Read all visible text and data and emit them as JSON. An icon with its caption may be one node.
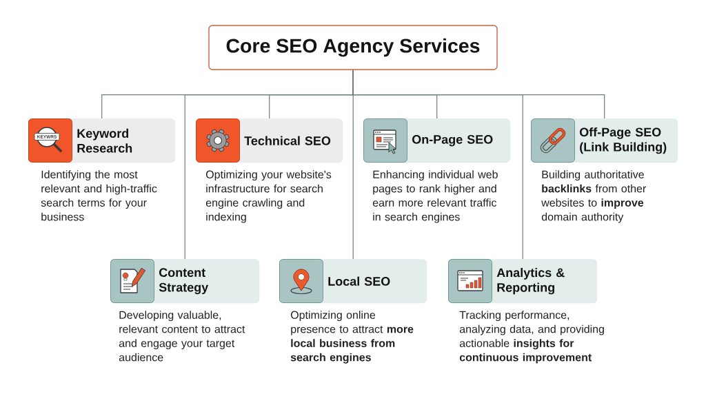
{
  "diagram": {
    "nodes": [
      {
        "text": [
          "Core SEO Agency Services"
        ]
      },
      {
        "text": [
          "Keyword Research"
        ],
        "beside": [
          "Identifying the most relevant and high-traffic search terms for your business"
        ]
      },
      {
        "text": [
          "Technical SEO"
        ],
        "beside": [
          "Optimizing your website's infrastructure for search engine crawling and indexing"
        ]
      },
      {
        "text": [
          "On-Page SEO"
        ],
        "beside": [
          "Enhancing individual web pages to rank higher and earn more relevant traffic in search engines"
        ]
      },
      {
        "text": [
          "Off-Page SEO (Link Building)"
        ],
        "beside": [
          "Building authoritative **backlinks** from other websites to **improve** domain authority"
        ]
      },
      {
        "text": [
          "Content Strategy"
        ],
        "beside": [
          "Developing valuable, relevant content to attract and engage your target audience"
        ]
      },
      {
        "text": [
          "Local SEO"
        ],
        "beside": [
          "Optimizing online presence to attract **more local business from search engines**"
        ]
      },
      {
        "text": [
          "Analytics & Reporting"
        ],
        "beside": [
          "Tracking performance, analyzing data, and providing actionable **insights for continuous improvement**"
        ]
      }
    ],
    "edges": [
      {
        "from": 0,
        "to": 1,
        "arrow": "none"
      },
      {
        "from": 0,
        "to": 2,
        "arrow": "none"
      },
      {
        "from": 0,
        "to": 3,
        "arrow": "none"
      },
      {
        "from": 0,
        "to": 4,
        "arrow": "none"
      },
      {
        "from": 0,
        "to": 5,
        "arrow": "none"
      },
      {
        "from": 0,
        "to": 6,
        "arrow": "none"
      },
      {
        "from": 0,
        "to": 7,
        "arrow": "none"
      }
    ],
    "labels": [
      "KEYWRS"
    ]
  }
}
